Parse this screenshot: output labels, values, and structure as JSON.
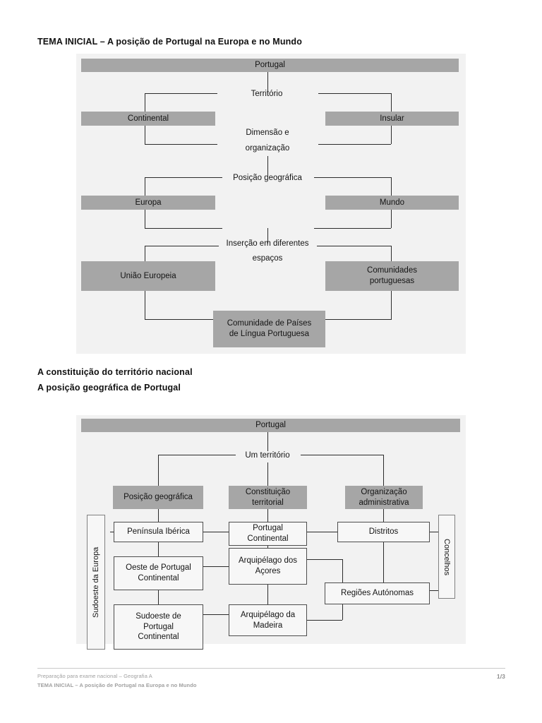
{
  "document": {
    "main_title": "TEMA INICIAL – A posição de Portugal na Europa e no Mundo",
    "subheading_1": "A constituição do território nacional",
    "subheading_2": "A posição geográfica de Portugal"
  },
  "colors": {
    "diagram_background": "#F2F2F2",
    "gray_node": "#A6A6A6",
    "white_node": "#F7F7F7",
    "connector": "#2B2B2B",
    "footer_text": "#A0A0A0",
    "footer_rule": "#C9C9C9"
  },
  "diagram_territorio": {
    "title": "TEMA INICIAL – A posição de Portugal na Europa e no Mundo",
    "nodes": {
      "root": "Portugal",
      "branch_1_label": "Território",
      "branch_1_left": "Continental",
      "branch_1_right": "Insular",
      "branch_2_label_line1": "Dimensão e",
      "branch_2_label_line2": "organização",
      "branch_3_label": "Posição geográfica",
      "branch_3_left": "Europa",
      "branch_3_right": "Mundo",
      "branch_4_label_line1": "Inserção em diferentes",
      "branch_4_label_line2": "espaços",
      "branch_4_left": "União Europeia",
      "branch_4_right_line1": "Comunidades",
      "branch_4_right_line2": "portuguesas",
      "branch_4_bottom_line1": "Comunidade de Países",
      "branch_4_bottom_line2": "de Língua Portuguesa"
    }
  },
  "diagram_constituicao": {
    "nodes": {
      "root": "Portugal",
      "territory_label": "Um território",
      "col_1_header": "Posição geográfica",
      "col_2_header_line1": "Constituição",
      "col_2_header_line2": "territorial",
      "col_3_header_line1": "Organização",
      "col_3_header_line2": "administrativa",
      "col_1_row_1": "Península Ibérica",
      "col_1_row_2_line1": "Oeste de Portugal",
      "col_1_row_2_line2": "Continental",
      "col_1_row_3_line1": "Sudoeste de",
      "col_1_row_3_line2": "Portugal",
      "col_1_row_3_line3": "Continental",
      "col_2_row_1_line1": "Portugal",
      "col_2_row_1_line2": "Continental",
      "col_2_row_2_line1": "Arquipélago dos",
      "col_2_row_2_line2": "Açores",
      "col_2_row_3_line1": "Arquipélago da",
      "col_2_row_3_line2": "Madeira",
      "col_3_row_1": "Distritos",
      "col_3_row_2": "Regiões Autónomas",
      "side_left": "Sudoeste da Europa",
      "side_right": "Concelhos"
    }
  },
  "footer": {
    "line_1": "Preparação para exame nacional – Geografia A",
    "line_2": "TEMA INICIAL – A posição de Portugal na Europa e no Mundo",
    "page": "1/3"
  }
}
